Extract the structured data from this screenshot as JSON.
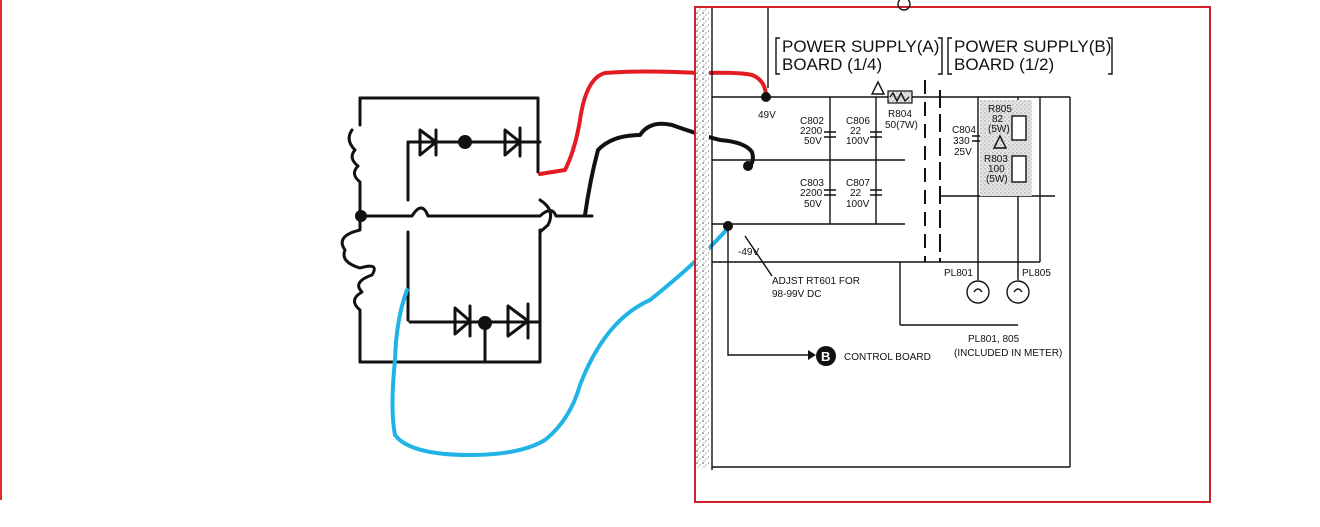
{
  "colors": {
    "left_edge": "#e8282d",
    "frame": "#d0202a",
    "wire_red": "#e31b23",
    "wire_blue": "#22b3e6",
    "wire_black": "#111111"
  },
  "schematic": {
    "header_a_line1": "POWER SUPPLY(A)",
    "header_a_line2": "BOARD (1/4)",
    "header_b_line1": "POWER SUPPLY(B)",
    "header_b_line2": "BOARD (1/2)",
    "pos_voltage": "49V",
    "neg_voltage": "-49V",
    "c802": [
      "C802",
      "2200",
      "50V"
    ],
    "c806": [
      "C806",
      "22",
      "100V"
    ],
    "r804": [
      "R804",
      "50(7W)"
    ],
    "c803": [
      "C803",
      "2200",
      "50V"
    ],
    "c807": [
      "C807",
      "22",
      "100V"
    ],
    "c804": [
      "C804",
      "330",
      "25V"
    ],
    "r805": [
      "R805",
      "82",
      "(5W)"
    ],
    "r803": [
      "R803",
      "100",
      "(5W)"
    ],
    "adjust_line1": "ADJST RT601 FOR",
    "adjust_line2": "98-99V DC",
    "pl801": "PL801",
    "pl805": "PL805",
    "pl_note_line1": "PL801, 805",
    "pl_note_line2": "(INCLUDED IN METER)",
    "control_letter": "B",
    "control_label": "CONTROL BOARD"
  }
}
